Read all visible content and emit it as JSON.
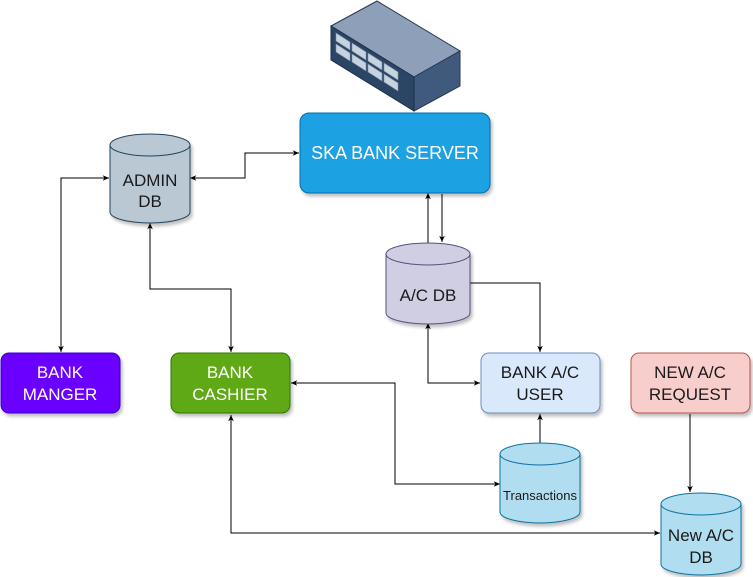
{
  "nodes": {
    "server": {
      "label": "SKA BANK SERVER",
      "fill": "#1ba1e2",
      "stroke": "#006eaf",
      "text_color": "#ffffff"
    },
    "admin_db": {
      "line1": "ADMIN",
      "line2": "DB",
      "fill": "#bac8d3",
      "stroke": "#23445d"
    },
    "ac_db": {
      "label": "A/C DB",
      "fill": "#d0cee2",
      "stroke": "#56517e"
    },
    "bank_manager": {
      "line1": "BANK",
      "line2": "MANGER",
      "fill": "#6a00ff",
      "stroke": "#3700cc",
      "text_color": "#ffffff"
    },
    "bank_cashier": {
      "line1": "BANK",
      "line2": "CASHIER",
      "fill": "#60a917",
      "stroke": "#2d7600",
      "text_color": "#ffffff"
    },
    "bank_ac_user": {
      "line1": "BANK A/C",
      "line2": "USER",
      "fill": "#dae8fc",
      "stroke": "#6c8ebf"
    },
    "new_ac_request": {
      "line1": "NEW A/C",
      "line2": "REQUEST",
      "fill": "#f8cecc",
      "stroke": "#b85450"
    },
    "transactions_db": {
      "label": "Transactions",
      "fill": "#b1ddf0",
      "stroke": "#10739e"
    },
    "new_ac_db": {
      "line1": "New A/C",
      "line2": "DB",
      "fill": "#b1ddf0",
      "stroke": "#10739e"
    }
  },
  "icons": {
    "server_rack": "server-rack-icon"
  }
}
